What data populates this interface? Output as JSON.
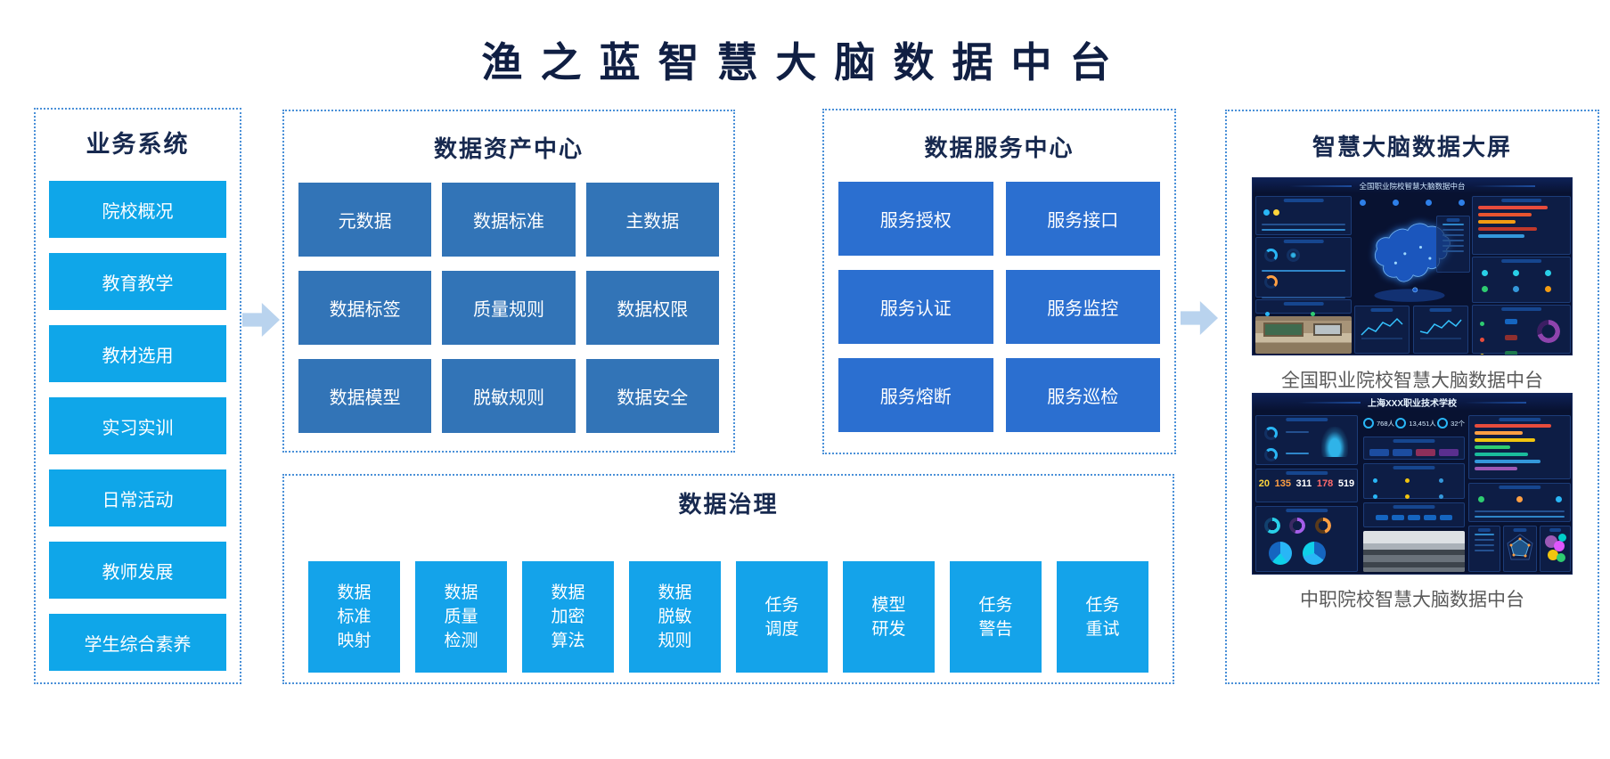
{
  "title": "渔之蓝智慧大脑数据中台",
  "business": {
    "title": "业务系统",
    "items": [
      "院校概况",
      "教育教学",
      "教材选用",
      "实习实训",
      "日常活动",
      "教师发展",
      "学生综合素养"
    ]
  },
  "asset": {
    "title": "数据资产中心",
    "items": [
      "元数据",
      "数据标准",
      "主数据",
      "数据标签",
      "质量规则",
      "数据权限",
      "数据模型",
      "脱敏规则",
      "数据安全"
    ]
  },
  "service": {
    "title": "数据服务中心",
    "items": [
      "服务授权",
      "服务接口",
      "服务认证",
      "服务监控",
      "服务熔断",
      "服务巡检"
    ]
  },
  "governance": {
    "title": "数据治理",
    "items": [
      "数据标准映射",
      "数据质量检测",
      "数据加密算法",
      "数据脱敏规则",
      "任务调度",
      "模型研发",
      "任务警告",
      "任务重试"
    ]
  },
  "bigscreen": {
    "title": "智慧大脑数据大屏",
    "national": {
      "header": "全国职业院校智慧大脑数据中台",
      "caption": "全国职业院校智慧大脑数据中台"
    },
    "school": {
      "header": "上海XXX职业技术学校",
      "caption": "中职院校智慧大脑数据中台",
      "top_stats": [
        "768人",
        "13,451人",
        "32个"
      ],
      "mid_stats": [
        "20",
        "135",
        "311",
        "178",
        "519"
      ]
    }
  },
  "colors": {
    "cyan_box": "#0fa6e9",
    "asset_box": "#3274b7",
    "service_box": "#2b6fd0",
    "dotted_border": "#4a90d8",
    "arrow": "#b9d3ee",
    "heading": "#17294f",
    "caption": "#5a5a5a"
  }
}
